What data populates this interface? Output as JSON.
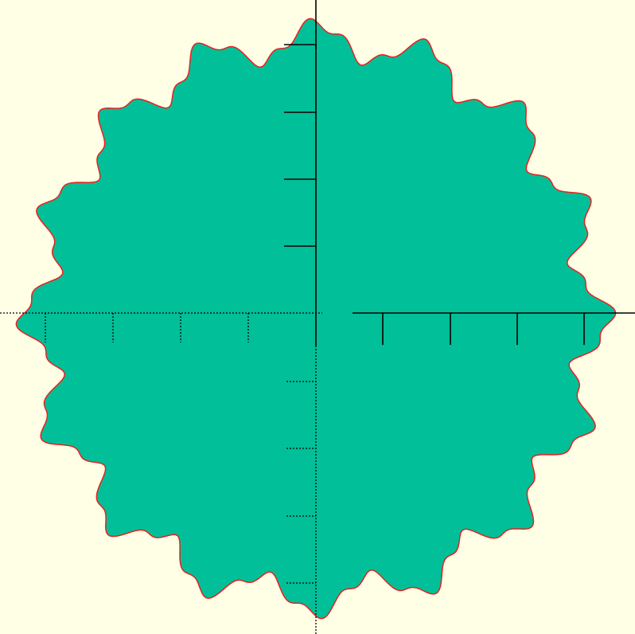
{
  "viewport": {
    "background": "#FFFFE5"
  },
  "shape": {
    "name": "wavy-gear-polygon",
    "fill": "#00BF99",
    "outline": "#E8211E",
    "lobes": 16,
    "lobe_amplitude": 0.06,
    "ripple_amplitude": 0.02
  },
  "axes": {
    "color": "#000000",
    "positive_style": "solid",
    "negative_style": "dotted"
  }
}
